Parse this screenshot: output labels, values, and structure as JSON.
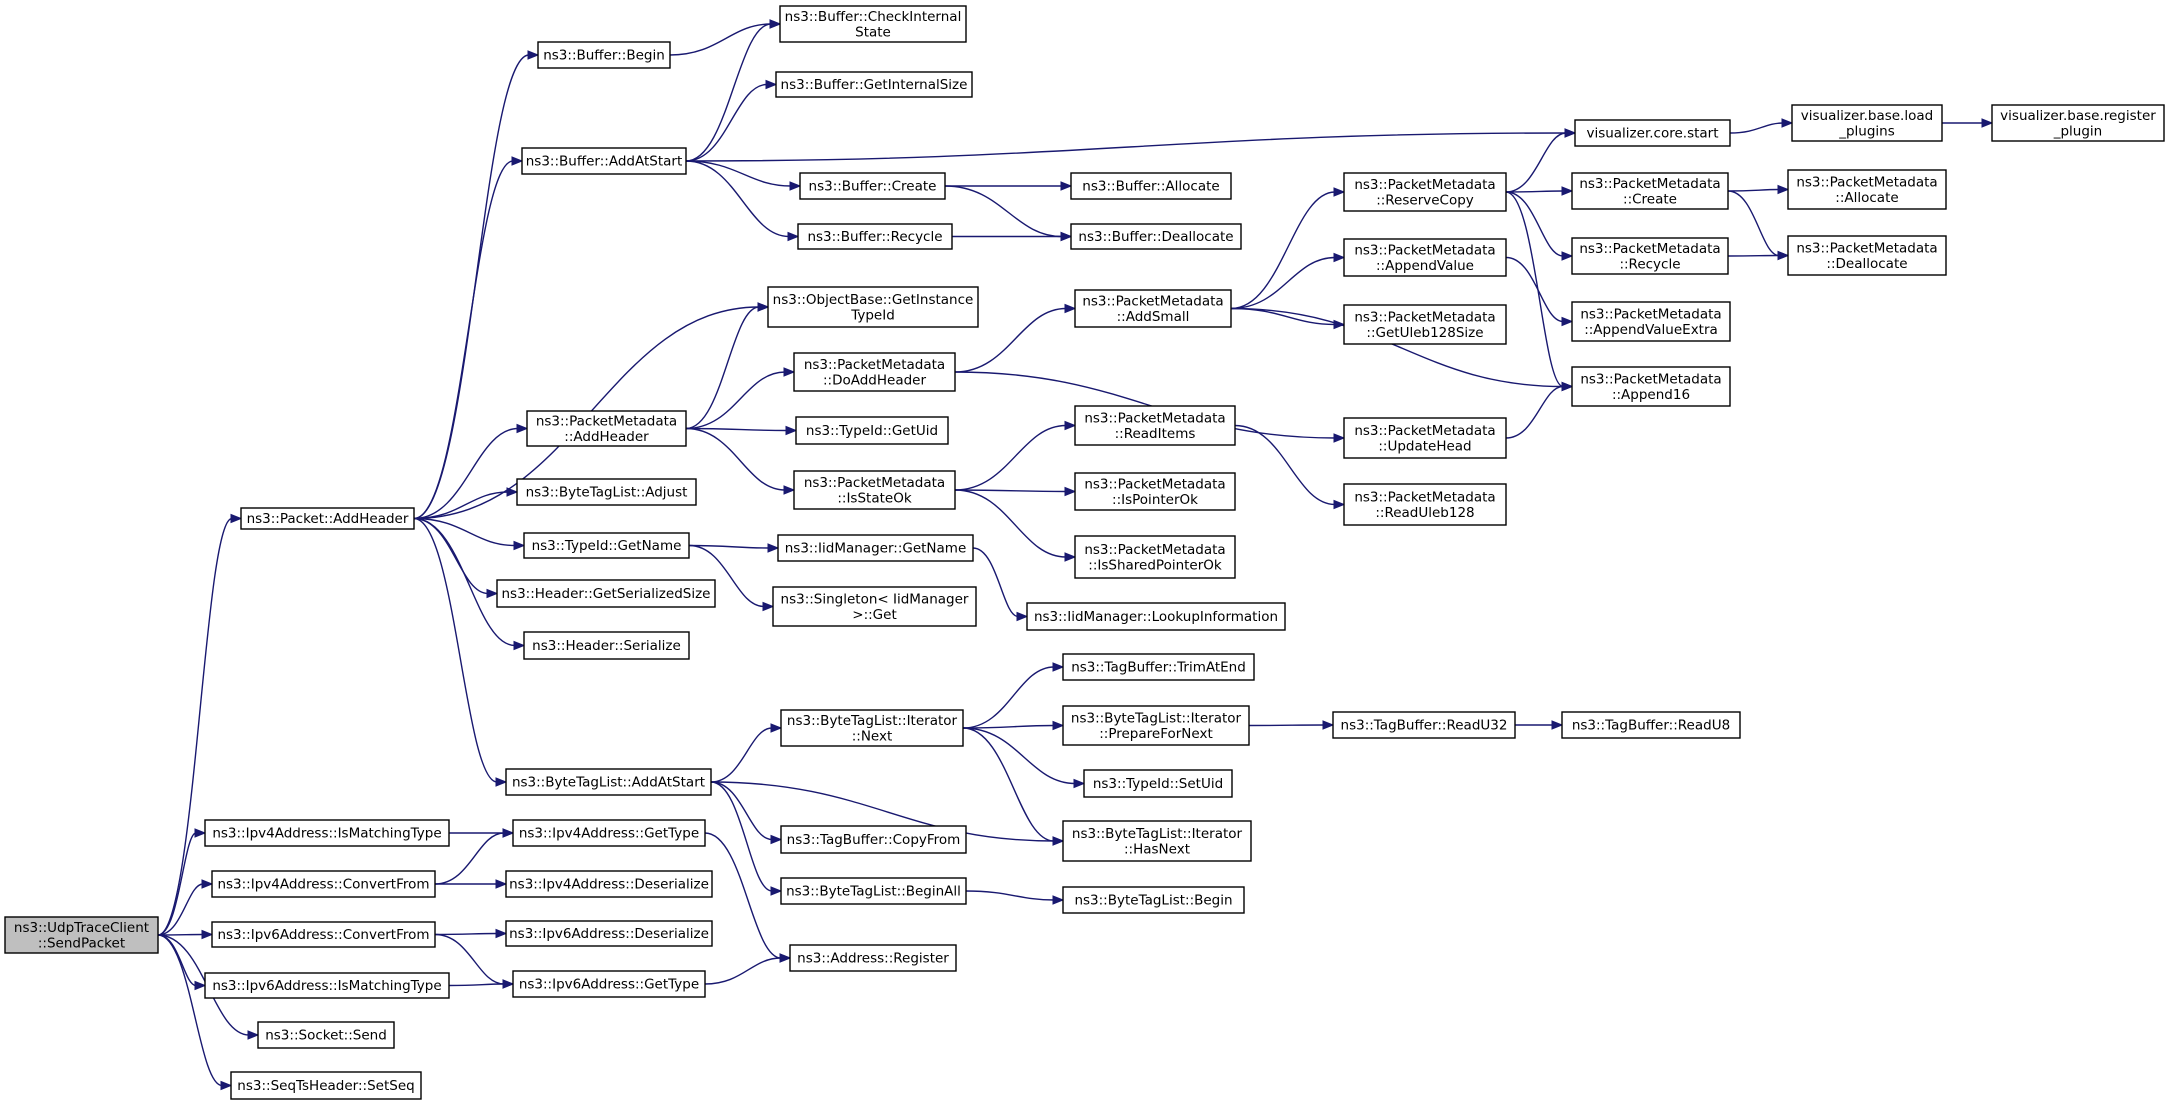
{
  "diagram": {
    "type": "call-graph",
    "root": "n0",
    "nodes": [
      {
        "id": "n0",
        "lines": [
          "ns3::UdpTraceClient",
          "::SendPacket"
        ],
        "root": true
      },
      {
        "id": "n1",
        "lines": [
          "ns3::Packet::AddHeader"
        ]
      },
      {
        "id": "n2",
        "lines": [
          "ns3::Ipv4Address::IsMatchingType"
        ]
      },
      {
        "id": "n3",
        "lines": [
          "ns3::Ipv4Address::ConvertFrom"
        ]
      },
      {
        "id": "n4",
        "lines": [
          "ns3::Ipv6Address::ConvertFrom"
        ]
      },
      {
        "id": "n5",
        "lines": [
          "ns3::Ipv6Address::IsMatchingType"
        ]
      },
      {
        "id": "n6",
        "lines": [
          "ns3::Socket::Send"
        ]
      },
      {
        "id": "n7",
        "lines": [
          "ns3::SeqTsHeader::SetSeq"
        ]
      },
      {
        "id": "n8",
        "lines": [
          "ns3::Buffer::Begin"
        ]
      },
      {
        "id": "n9",
        "lines": [
          "ns3::Buffer::AddAtStart"
        ]
      },
      {
        "id": "n10",
        "lines": [
          "ns3::PacketMetadata",
          "::AddHeader"
        ]
      },
      {
        "id": "n11",
        "lines": [
          "ns3::ByteTagList::Adjust"
        ]
      },
      {
        "id": "n12",
        "lines": [
          "ns3::TypeId::GetName"
        ]
      },
      {
        "id": "n13",
        "lines": [
          "ns3::Header::GetSerializedSize"
        ]
      },
      {
        "id": "n14",
        "lines": [
          "ns3::Header::Serialize"
        ]
      },
      {
        "id": "n15",
        "lines": [
          "ns3::ByteTagList::AddAtStart"
        ]
      },
      {
        "id": "n16",
        "lines": [
          "ns3::Ipv4Address::GetType"
        ]
      },
      {
        "id": "n17",
        "lines": [
          "ns3::Ipv4Address::Deserialize"
        ]
      },
      {
        "id": "n18",
        "lines": [
          "ns3::Ipv6Address::Deserialize"
        ]
      },
      {
        "id": "n19",
        "lines": [
          "ns3::Ipv6Address::GetType"
        ]
      },
      {
        "id": "n20",
        "lines": [
          "ns3::Buffer::CheckInternal",
          "State"
        ]
      },
      {
        "id": "n21",
        "lines": [
          "ns3::Buffer::GetInternalSize"
        ]
      },
      {
        "id": "n22",
        "lines": [
          "ns3::Buffer::Create"
        ]
      },
      {
        "id": "n23",
        "lines": [
          "ns3::Buffer::Recycle"
        ]
      },
      {
        "id": "n24",
        "lines": [
          "ns3::ObjectBase::GetInstance",
          "TypeId"
        ]
      },
      {
        "id": "n25",
        "lines": [
          "ns3::PacketMetadata",
          "::DoAddHeader"
        ]
      },
      {
        "id": "n26",
        "lines": [
          "ns3::TypeId::GetUid"
        ]
      },
      {
        "id": "n27",
        "lines": [
          "ns3::PacketMetadata",
          "::IsStateOk"
        ]
      },
      {
        "id": "n28",
        "lines": [
          "ns3::IidManager::GetName"
        ]
      },
      {
        "id": "n29",
        "lines": [
          "ns3::Singleton< IidManager",
          ">::Get"
        ]
      },
      {
        "id": "n30",
        "lines": [
          "ns3::ByteTagList::Iterator",
          "::Next"
        ]
      },
      {
        "id": "n31",
        "lines": [
          "ns3::TagBuffer::CopyFrom"
        ]
      },
      {
        "id": "n32",
        "lines": [
          "ns3::ByteTagList::BeginAll"
        ]
      },
      {
        "id": "n33",
        "lines": [
          "ns3::Address::Register"
        ]
      },
      {
        "id": "n34",
        "lines": [
          "ns3::Buffer::Allocate"
        ]
      },
      {
        "id": "n35",
        "lines": [
          "ns3::Buffer::Deallocate"
        ]
      },
      {
        "id": "n36",
        "lines": [
          "ns3::PacketMetadata",
          "::AddSmall"
        ]
      },
      {
        "id": "n37",
        "lines": [
          "ns3::PacketMetadata",
          "::ReadItems"
        ]
      },
      {
        "id": "n38",
        "lines": [
          "ns3::PacketMetadata",
          "::IsPointerOk"
        ]
      },
      {
        "id": "n39",
        "lines": [
          "ns3::PacketMetadata",
          "::IsSharedPointerOk"
        ]
      },
      {
        "id": "n40",
        "lines": [
          "ns3::IidManager::LookupInformation"
        ]
      },
      {
        "id": "n41",
        "lines": [
          "ns3::TagBuffer::TrimAtEnd"
        ]
      },
      {
        "id": "n42",
        "lines": [
          "ns3::ByteTagList::Iterator",
          "::PrepareForNext"
        ]
      },
      {
        "id": "n43",
        "lines": [
          "ns3::TypeId::SetUid"
        ]
      },
      {
        "id": "n44",
        "lines": [
          "ns3::ByteTagList::Iterator",
          "::HasNext"
        ]
      },
      {
        "id": "n45",
        "lines": [
          "ns3::ByteTagList::Begin"
        ]
      },
      {
        "id": "n46",
        "lines": [
          "visualizer.core.start"
        ]
      },
      {
        "id": "n47",
        "lines": [
          "ns3::PacketMetadata",
          "::ReserveCopy"
        ]
      },
      {
        "id": "n48",
        "lines": [
          "ns3::PacketMetadata",
          "::AppendValue"
        ]
      },
      {
        "id": "n49",
        "lines": [
          "ns3::PacketMetadata",
          "::GetUleb128Size"
        ]
      },
      {
        "id": "n50",
        "lines": [
          "ns3::PacketMetadata",
          "::UpdateHead"
        ]
      },
      {
        "id": "n51",
        "lines": [
          "ns3::PacketMetadata",
          "::ReadUleb128"
        ]
      },
      {
        "id": "n52",
        "lines": [
          "ns3::TagBuffer::ReadU32"
        ]
      },
      {
        "id": "n53",
        "lines": [
          "visualizer.base.load",
          "_plugins"
        ]
      },
      {
        "id": "n54",
        "lines": [
          "ns3::PacketMetadata",
          "::Create"
        ]
      },
      {
        "id": "n55",
        "lines": [
          "ns3::PacketMetadata",
          "::Recycle"
        ]
      },
      {
        "id": "n56",
        "lines": [
          "ns3::PacketMetadata",
          "::AppendValueExtra"
        ]
      },
      {
        "id": "n57",
        "lines": [
          "ns3::PacketMetadata",
          "::Append16"
        ]
      },
      {
        "id": "n58",
        "lines": [
          "ns3::TagBuffer::ReadU8"
        ]
      },
      {
        "id": "n59",
        "lines": [
          "visualizer.base.register",
          "_plugin"
        ]
      },
      {
        "id": "n60",
        "lines": [
          "ns3::PacketMetadata",
          "::Allocate"
        ]
      },
      {
        "id": "n61",
        "lines": [
          "ns3::PacketMetadata",
          "::Deallocate"
        ]
      }
    ],
    "edges": [
      [
        "n0",
        "n1"
      ],
      [
        "n0",
        "n2"
      ],
      [
        "n0",
        "n3"
      ],
      [
        "n0",
        "n4"
      ],
      [
        "n0",
        "n5"
      ],
      [
        "n0",
        "n6"
      ],
      [
        "n0",
        "n7"
      ],
      [
        "n1",
        "n8"
      ],
      [
        "n1",
        "n9"
      ],
      [
        "n1",
        "n24"
      ],
      [
        "n1",
        "n10"
      ],
      [
        "n1",
        "n11"
      ],
      [
        "n1",
        "n12"
      ],
      [
        "n1",
        "n13"
      ],
      [
        "n1",
        "n14"
      ],
      [
        "n1",
        "n15"
      ],
      [
        "n2",
        "n16"
      ],
      [
        "n3",
        "n16"
      ],
      [
        "n3",
        "n17"
      ],
      [
        "n4",
        "n18"
      ],
      [
        "n4",
        "n19"
      ],
      [
        "n5",
        "n19"
      ],
      [
        "n16",
        "n33"
      ],
      [
        "n19",
        "n33"
      ],
      [
        "n8",
        "n20"
      ],
      [
        "n9",
        "n20"
      ],
      [
        "n9",
        "n21"
      ],
      [
        "n9",
        "n46"
      ],
      [
        "n9",
        "n22"
      ],
      [
        "n9",
        "n23"
      ],
      [
        "n22",
        "n34"
      ],
      [
        "n22",
        "n35"
      ],
      [
        "n23",
        "n35"
      ],
      [
        "n10",
        "n24"
      ],
      [
        "n10",
        "n25"
      ],
      [
        "n10",
        "n26"
      ],
      [
        "n10",
        "n27"
      ],
      [
        "n25",
        "n36"
      ],
      [
        "n25",
        "n50"
      ],
      [
        "n27",
        "n37"
      ],
      [
        "n27",
        "n38"
      ],
      [
        "n27",
        "n39"
      ],
      [
        "n37",
        "n51"
      ],
      [
        "n12",
        "n28"
      ],
      [
        "n12",
        "n29"
      ],
      [
        "n28",
        "n40"
      ],
      [
        "n15",
        "n30"
      ],
      [
        "n15",
        "n31"
      ],
      [
        "n15",
        "n32"
      ],
      [
        "n15",
        "n44"
      ],
      [
        "n30",
        "n41"
      ],
      [
        "n30",
        "n42"
      ],
      [
        "n30",
        "n43"
      ],
      [
        "n30",
        "n44"
      ],
      [
        "n42",
        "n52"
      ],
      [
        "n52",
        "n58"
      ],
      [
        "n32",
        "n45"
      ],
      [
        "n36",
        "n47"
      ],
      [
        "n36",
        "n48"
      ],
      [
        "n36",
        "n49"
      ],
      [
        "n36",
        "n57"
      ],
      [
        "n47",
        "n46"
      ],
      [
        "n47",
        "n54"
      ],
      [
        "n47",
        "n55"
      ],
      [
        "n47",
        "n57"
      ],
      [
        "n48",
        "n56"
      ],
      [
        "n50",
        "n57"
      ],
      [
        "n46",
        "n53"
      ],
      [
        "n53",
        "n59"
      ],
      [
        "n54",
        "n60"
      ],
      [
        "n54",
        "n61"
      ],
      [
        "n55",
        "n61"
      ]
    ]
  }
}
